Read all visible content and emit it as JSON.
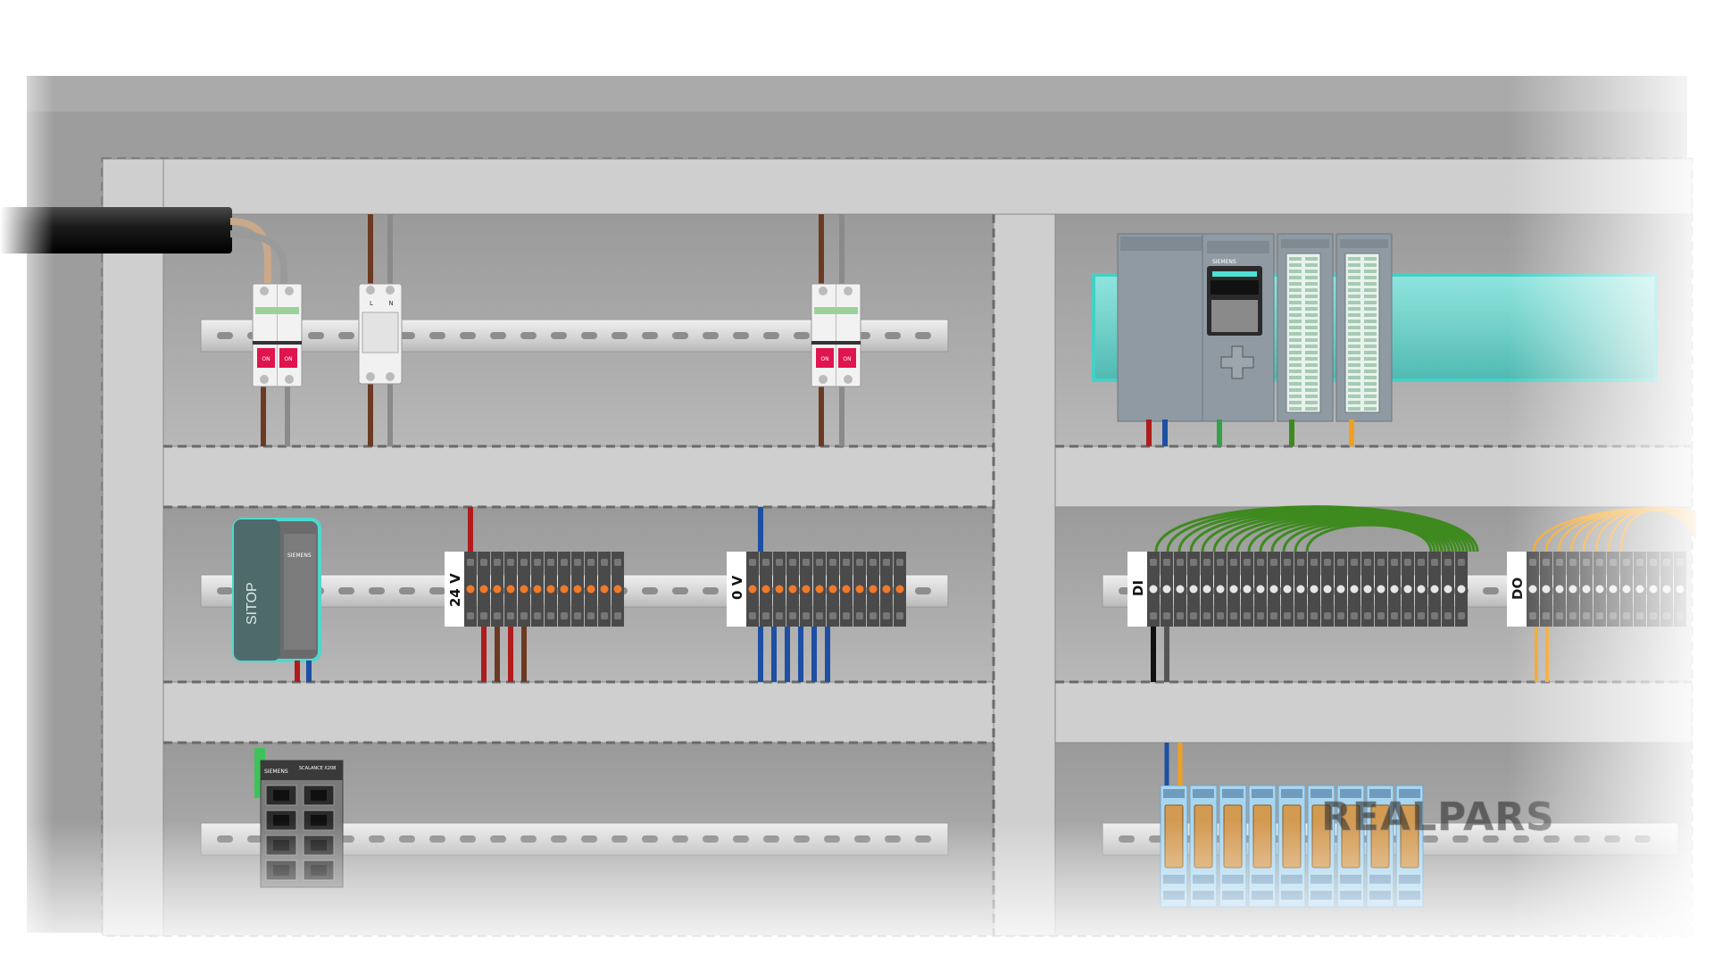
{
  "labels": {
    "siemens": "SIEMENS",
    "sitop": "SITOP",
    "scalance": "SCALANCE X208",
    "rail_24v": "24 V",
    "rail_0v": "0 V",
    "rail_di": "DI",
    "rail_do": "DO",
    "breaker_on": "ON",
    "spd_l": "L",
    "spd_n": "N",
    "watermark": "REALPARS"
  },
  "colors": {
    "panel": "#b3b3b3",
    "duct": "#d0d0d0",
    "rail": "#dcdcdc",
    "terminal": "#4a4a4a",
    "wire_red": "#b01c1c",
    "wire_blue": "#1d4fa3",
    "wire_brown": "#6b3a22",
    "wire_green": "#3e8a1f",
    "wire_orange": "#f0a020",
    "teal": "#4fd8cf",
    "breaker_red": "#e0144f"
  },
  "counts": {
    "terminals_24v": 12,
    "terminals_0v": 12,
    "terminals_di": 24,
    "terminals_do": 12,
    "relays": 9,
    "switch_ports": 8
  },
  "icons": [
    "circuit-breaker-icon",
    "surge-protector-icon",
    "power-supply-icon",
    "plc-cpu-icon",
    "io-module-icon",
    "network-switch-icon",
    "relay-icon",
    "terminal-block-icon"
  ]
}
